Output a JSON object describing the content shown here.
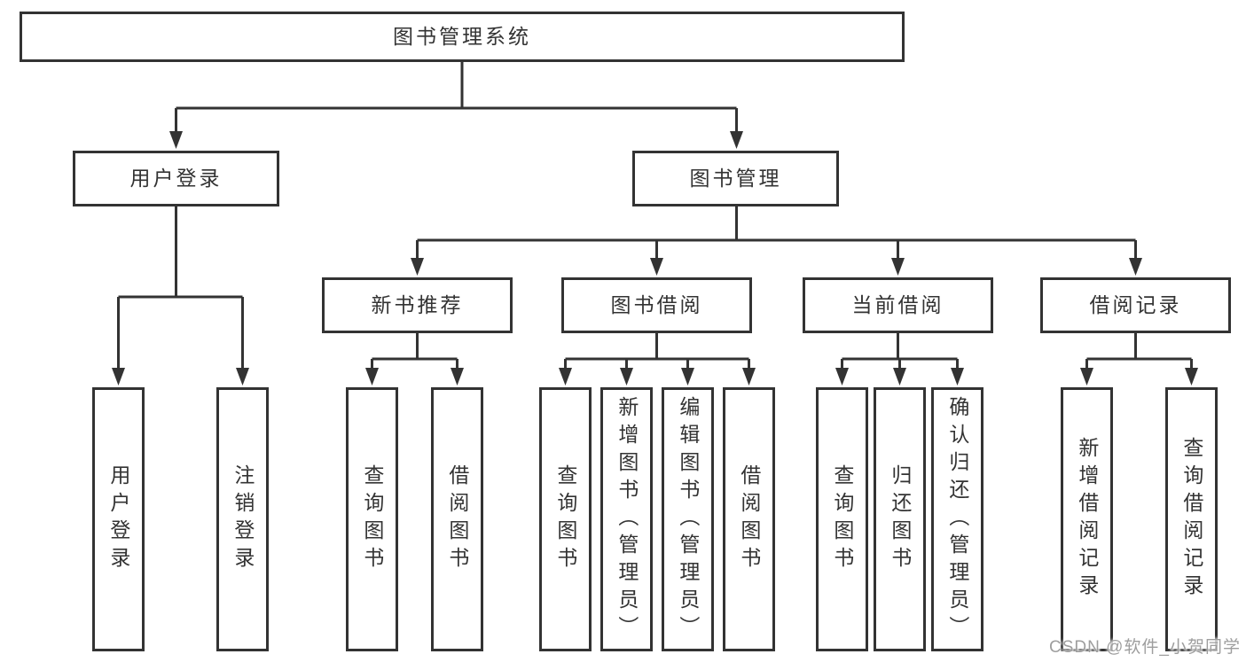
{
  "tree": {
    "root": {
      "label": "图书管理系统"
    },
    "branches": [
      {
        "label": "用户登录",
        "children": [
          {
            "label": "用户登录"
          },
          {
            "label": "注销登录"
          }
        ]
      },
      {
        "label": "图书管理",
        "children": [
          {
            "label": "新书推荐",
            "children": [
              {
                "label": "查询图书"
              },
              {
                "label": "借阅图书"
              }
            ]
          },
          {
            "label": "图书借阅",
            "children": [
              {
                "label": "查询图书"
              },
              {
                "label": "新增图书（管理员）"
              },
              {
                "label": "编辑图书（管理员）"
              },
              {
                "label": "借阅图书"
              }
            ]
          },
          {
            "label": "当前借阅",
            "children": [
              {
                "label": "查询图书"
              },
              {
                "label": "归还图书"
              },
              {
                "label": "确认归还（管理员）"
              }
            ]
          },
          {
            "label": "借阅记录",
            "children": [
              {
                "label": "新增借阅记录"
              },
              {
                "label": "查询借阅记录"
              }
            ]
          }
        ]
      }
    ]
  },
  "watermark": "CSDN @软件_小贺同学",
  "colors": {
    "line": "#333333",
    "text": "#333333",
    "watermark": "#9e9e9e",
    "background": "#ffffff"
  }
}
